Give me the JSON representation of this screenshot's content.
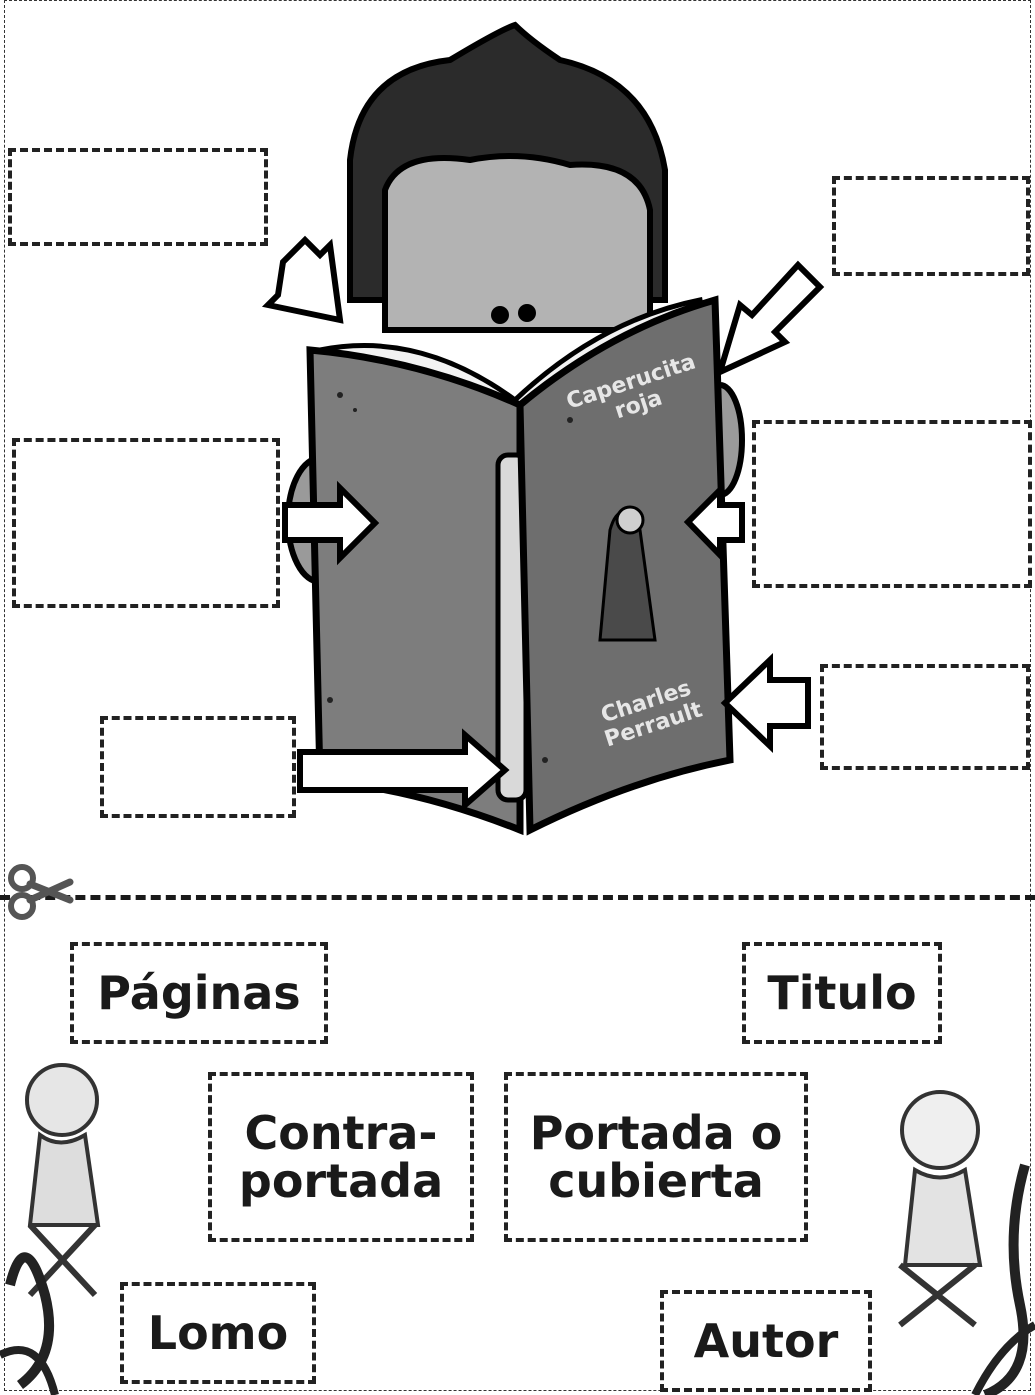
{
  "worksheet": {
    "labels": {
      "paginas": "Páginas",
      "titulo": "Titulo",
      "contraportada_line1": "Contra-",
      "contraportada_line2": "portada",
      "portada_line1": "Portada o",
      "portada_line2": "cubierta",
      "lomo": "Lomo",
      "autor": "Autor"
    },
    "book_cover": {
      "title": "Caperucita roja",
      "author": "Charles Perrault"
    },
    "answer_boxes": [
      "blank-top-left",
      "blank-top-right",
      "blank-middle-left",
      "blank-middle-right",
      "blank-bottom-left",
      "blank-bottom-right"
    ],
    "icons": [
      "scissors-icon",
      "reading-character-illustration",
      "child-illustration-left",
      "child-illustration-right"
    ],
    "colors": {
      "ink": "#1a1a1a",
      "book": "#7a7a7a",
      "face": "#b8b8b8",
      "paper": "#ffffff"
    }
  }
}
